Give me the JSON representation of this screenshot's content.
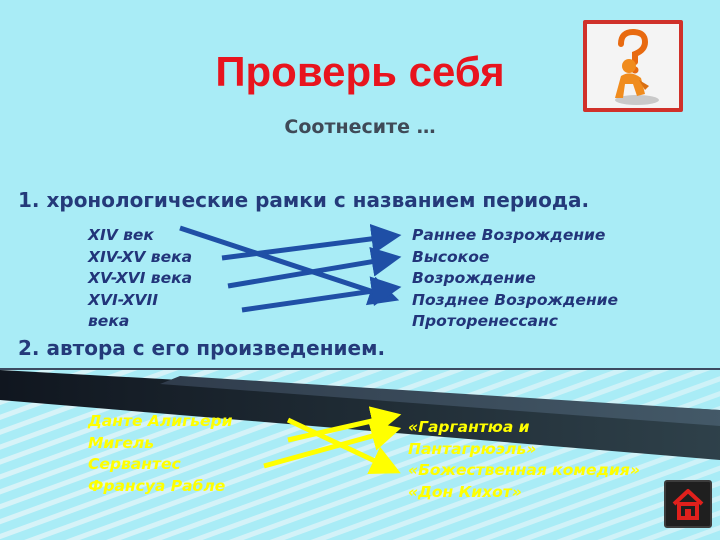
{
  "slide": {
    "title": "Проверь себя",
    "subtitle": "Соотнесите …",
    "task1": "1. хронологические рамки с названием периода.",
    "task2": "2. автора с его произведением.",
    "centuries": [
      "XIV век",
      "XIV-XV века",
      "XV-XVI века",
      "XVI-XVII",
      "века"
    ],
    "periods": [
      "Раннее Возрождение",
      "Высокое",
      "Возрождение",
      "Позднее Возрождение",
      "Проторенессанс"
    ],
    "authors": [
      "Данте Алигьери",
      "Мигель",
      "Сервантес",
      "Франсуа Рабле"
    ],
    "works": [
      "«Гаргантюа и",
      "Пантагрюэль»",
      "«Божественная комедия»",
      "«Дон Кихот»"
    ]
  },
  "colors": {
    "background": "#a9ecf6",
    "title": "#e8141e",
    "text_dark": "#22357a",
    "arrow_blue": "#1f4fa6",
    "arrow_yellow": "#ffff00",
    "stripes": "#8fd0dd"
  },
  "icons": {
    "question_figure": "thinking-figure-with-question-mark-icon",
    "home": "home-icon"
  }
}
